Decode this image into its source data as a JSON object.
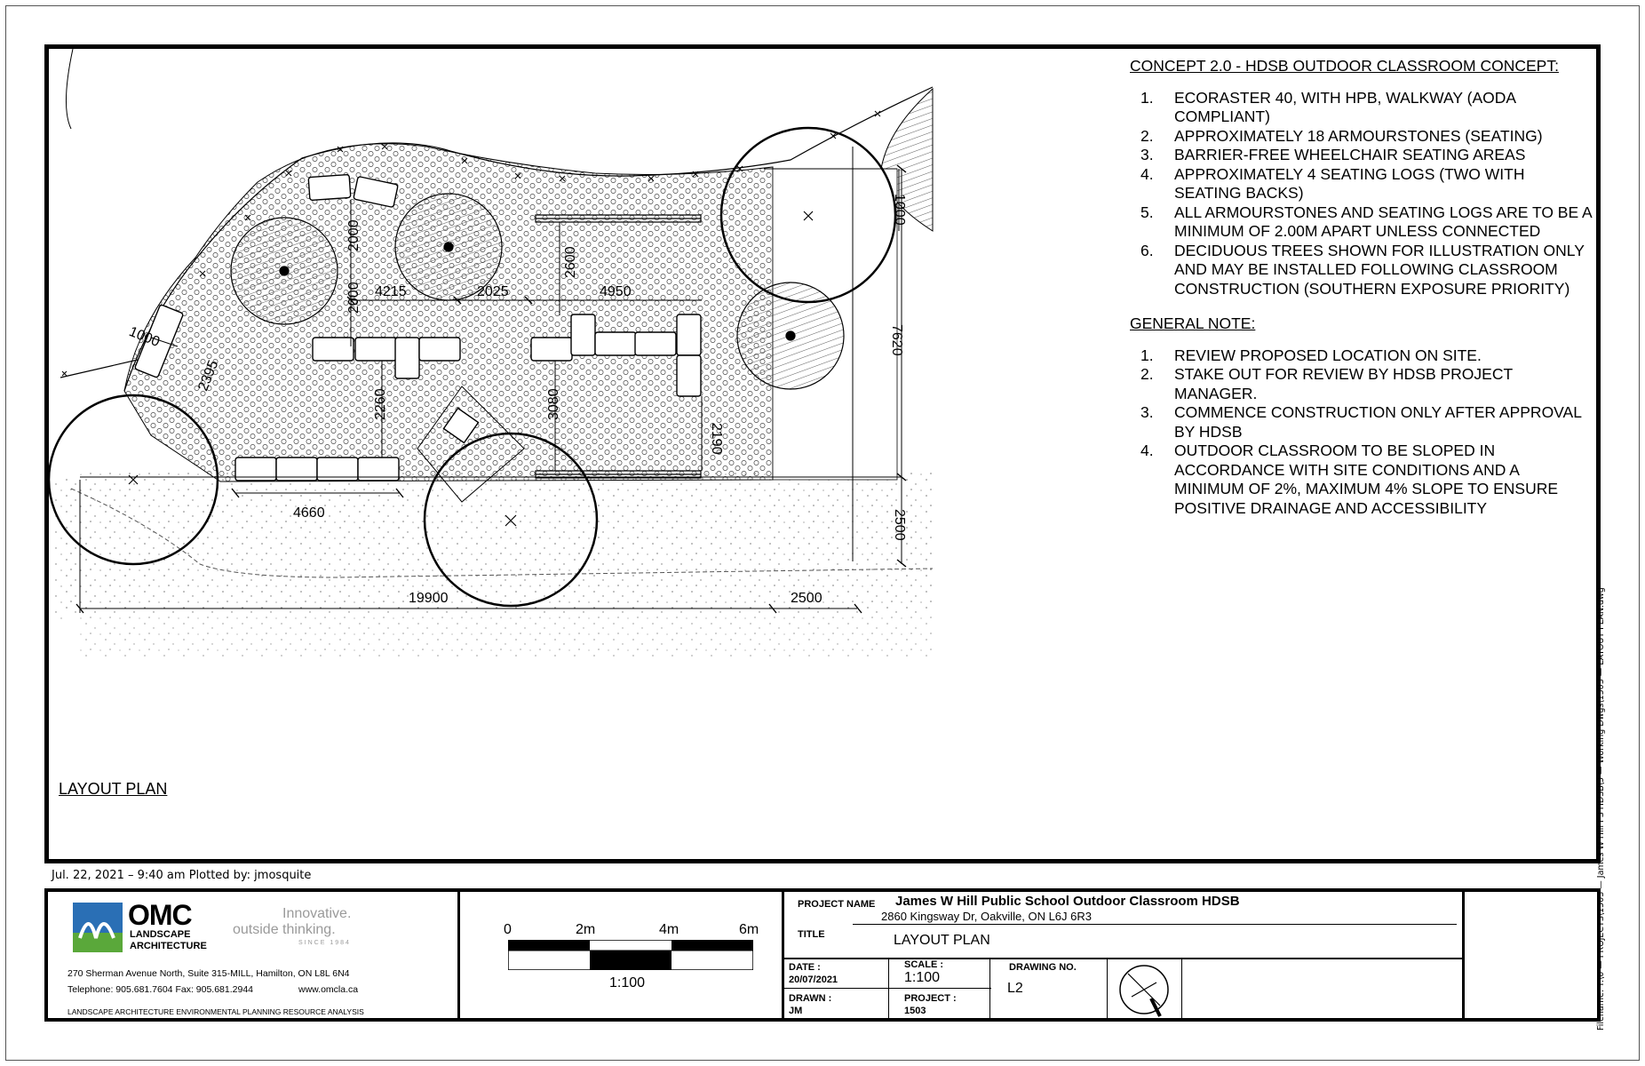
{
  "drawing": {
    "title": "LAYOUT PLAN",
    "dimensions": [
      "1000",
      "2395",
      "2000",
      "2000",
      "4215",
      "2025",
      "2600",
      "4950",
      "1000",
      "7620",
      "2260",
      "3080",
      "2190",
      "4660",
      "2500",
      "19900",
      "2500"
    ]
  },
  "notes": {
    "concept_heading": "CONCEPT 2.0 - HDSB OUTDOOR CLASSROOM CONCEPT:",
    "concept_items": [
      {
        "num": "1.",
        "text": "ECORASTER 40, WITH HPB, WALKWAY (AODA COMPLIANT)"
      },
      {
        "num": "2.",
        "text": "APPROXIMATELY 18 ARMOURSTONES (SEATING)"
      },
      {
        "num": "3.",
        "text": "BARRIER-FREE WHEELCHAIR SEATING AREAS"
      },
      {
        "num": "4.",
        "text": "APPROXIMATELY 4 SEATING LOGS (TWO WITH SEATING BACKS)"
      },
      {
        "num": "5.",
        "text": "ALL ARMOURSTONES AND SEATING LOGS ARE TO BE A MINIMUM OF 2.00M APART UNLESS CONNECTED"
      },
      {
        "num": "6.",
        "text": "DECIDUOUS TREES SHOWN FOR ILLUSTRATION ONLY AND MAY BE INSTALLED FOLLOWING CLASSROOM CONSTRUCTION (SOUTHERN EXPOSURE PRIORITY)"
      }
    ],
    "general_heading": "GENERAL NOTE:",
    "general_items": [
      {
        "num": "1.",
        "text": "REVIEW PROPOSED LOCATION ON SITE."
      },
      {
        "num": "2.",
        "text": "STAKE OUT FOR REVIEW BY HDSB PROJECT MANAGER."
      },
      {
        "num": "3.",
        "text": "COMMENCE CONSTRUCTION ONLY AFTER APPROVAL BY HDSB"
      },
      {
        "num": "4.",
        "text": "OUTDOOR CLASSROOM TO BE SLOPED IN ACCORDANCE WITH SITE CONDITIONS AND A MINIMUM OF 2%, MAXIMUM 4% SLOPE TO ENSURE POSITIVE DRAINAGE AND ACCESSIBILITY"
      }
    ]
  },
  "plot_info": "Jul. 22, 2021 – 9:40 am   Plotted by: jmosquite",
  "side_filename": "Filename: T:\\0 — PROJECTS\\1503 — James W Hill PS HDSB\\5 — Working Dwgs\\1503 — LAYOUT PLAN.dwg",
  "title_block": {
    "logo": {
      "brand": "OMC",
      "line1": "LANDSCAPE",
      "line2": "ARCHITECTURE",
      "tagline1": "Innovative.",
      "tagline2": "outside thinking.",
      "since": "SINCE 1984"
    },
    "address": "270 Sherman Avenue North, Suite 315-MILL, Hamilton, ON  L8L 6N4",
    "phone": "Telephone: 905.681.7604  Fax: 905.681.2944",
    "web": "www.omcla.ca",
    "services": "LANDSCAPE ARCHITECTURE  ENVIRONMENTAL PLANNING  RESOURCE ANALYSIS",
    "scale_bar": {
      "ticks": [
        "0",
        "2m",
        "4m",
        "6m"
      ],
      "ratio": "1:100"
    },
    "project_name_label": "PROJECT NAME",
    "project_name": "James W Hill Public School Outdoor Classroom HDSB",
    "project_address": "2860 Kingsway Dr, Oakville, ON L6J 6R3",
    "title_label": "TITLE",
    "title": "LAYOUT PLAN",
    "date_label": "DATE :",
    "date": "20/07/2021",
    "scale_label": "SCALE :",
    "scale": "1:100",
    "drawing_no_label": "DRAWING NO.",
    "drawing_no": "L2",
    "drawn_label": "DRAWN :",
    "drawn": "JM",
    "project_label": "PROJECT :",
    "project": "1503"
  }
}
